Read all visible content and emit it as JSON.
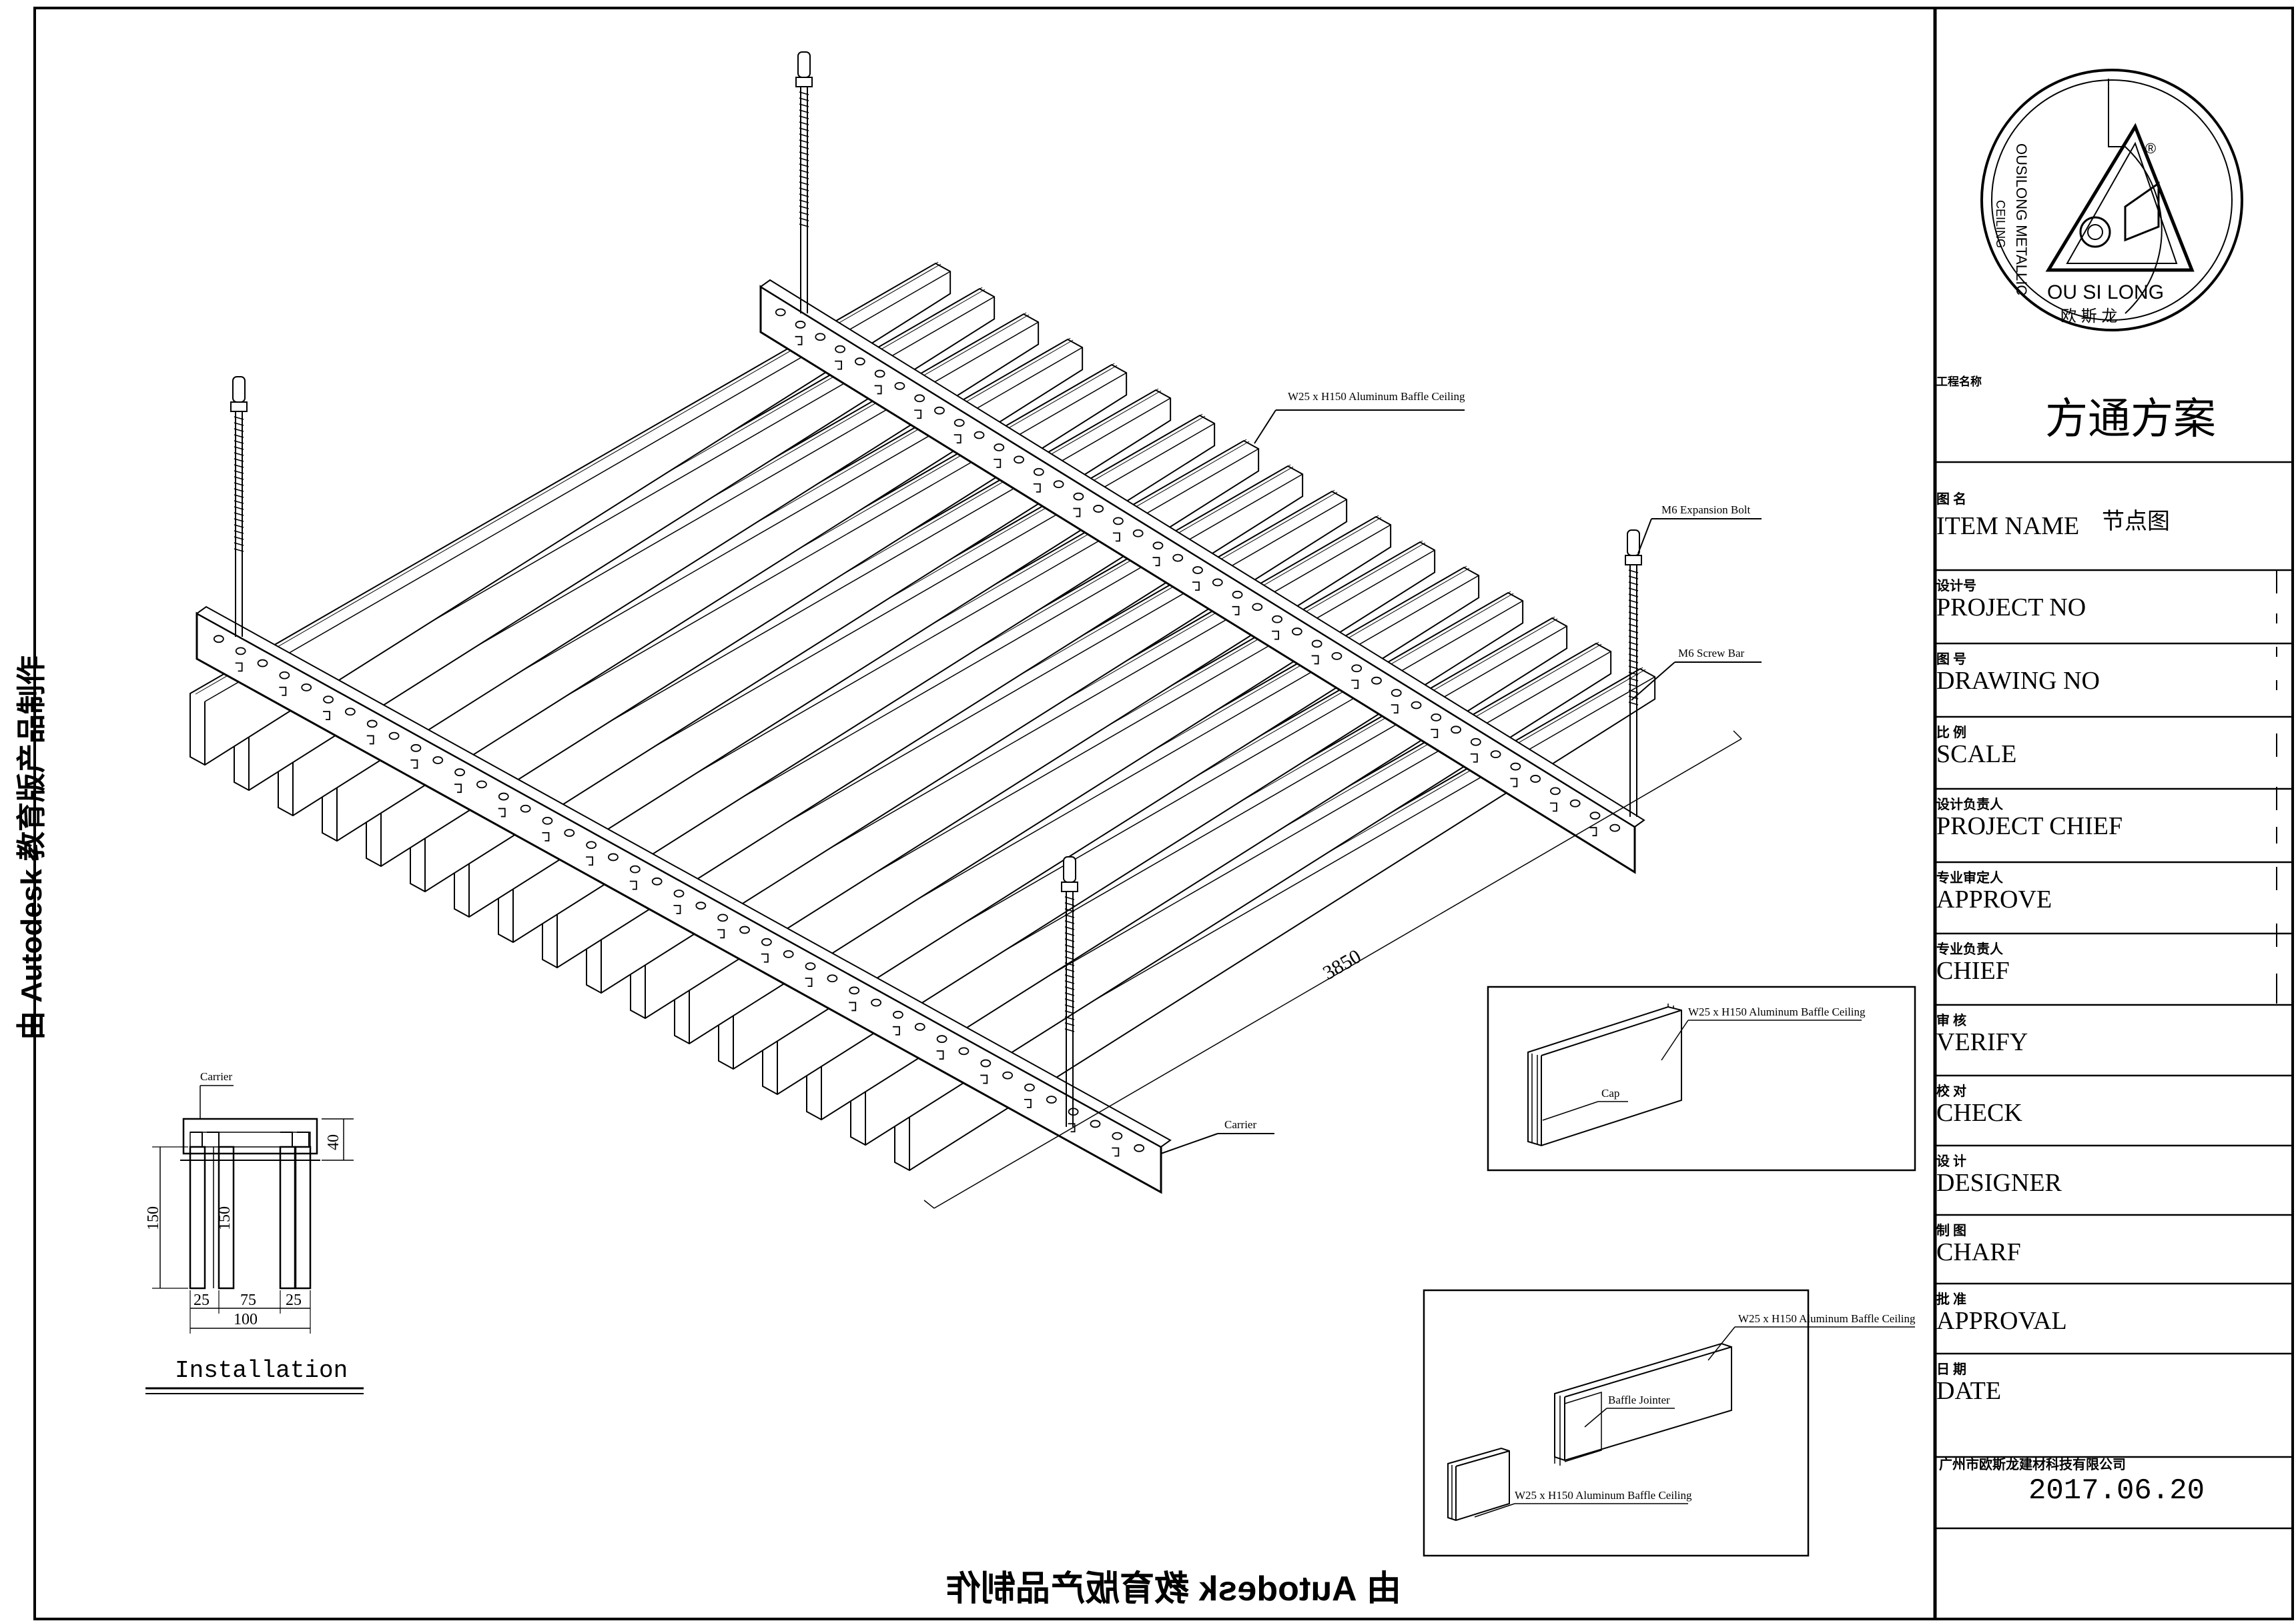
{
  "drawing": {
    "annotations": {
      "baffle_main": "W25 x H150 Aluminum Baffle Ceiling",
      "expansion_bolt": "M6 Expansion Bolt",
      "screw_bar": "M6 Screw Bar",
      "carrier": "Carrier",
      "length_dim": "3850"
    },
    "installation": {
      "title": "Installation",
      "carrier_label": "Carrier",
      "dims": {
        "h40": "40",
        "h150a": "150",
        "h150b": "150",
        "w25a": "25",
        "w75": "75",
        "w25b": "25",
        "w100": "100"
      }
    },
    "detail_cap": {
      "baffle_label": "W25 x H150 Aluminum Baffle Ceiling",
      "cap_label": "Cap"
    },
    "detail_jointer": {
      "baffle_label": "W25 x H150 Aluminum Baffle Ceiling",
      "jointer_label": "Baffle Jointer",
      "baffle_label_lower": "W25 x H150 Aluminum Baffle Ceiling"
    },
    "watermark_bottom": "由 Autodesk 教育版产品制作",
    "watermark_left": "由 Autodesk 教育版产品制作"
  },
  "title_block": {
    "logo": {
      "brand_en": "OU SI LONG",
      "brand_cn": "欧 斯 龙",
      "ring_text_1": "OUSILONG METALLIC",
      "ring_text_2": "CEILING",
      "registered": "®"
    },
    "project_name_label": "工程名称",
    "project_name_value": "方通方案",
    "rows": [
      {
        "cn": "图      名",
        "en": "ITEM NAME",
        "value": "节点图"
      },
      {
        "cn": "设计号",
        "en": "PROJECT NO",
        "value": ""
      },
      {
        "cn": "图      号",
        "en": "DRAWING NO",
        "value": ""
      },
      {
        "cn": "比      例",
        "en": "SCALE",
        "value": ""
      },
      {
        "cn": "设计负责人",
        "en": "PROJECT CHIEF",
        "value": ""
      },
      {
        "cn": "专业审定人",
        "en": "APPROVE",
        "value": ""
      },
      {
        "cn": "专业负责人",
        "en": "CHIEF",
        "value": ""
      },
      {
        "cn": "审      核",
        "en": "VERIFY",
        "value": ""
      },
      {
        "cn": "校      对",
        "en": "CHECK",
        "value": ""
      },
      {
        "cn": "设      计",
        "en": "DESIGNER",
        "value": ""
      },
      {
        "cn": "制      图",
        "en": "CHARF",
        "value": ""
      },
      {
        "cn": "批      准",
        "en": "APPROVAL",
        "value": ""
      },
      {
        "cn": "日      期",
        "en": "DATE",
        "value": ""
      }
    ],
    "company": "广州市欧斯龙建材科技有限公司",
    "date_value": "2017.06.20"
  }
}
